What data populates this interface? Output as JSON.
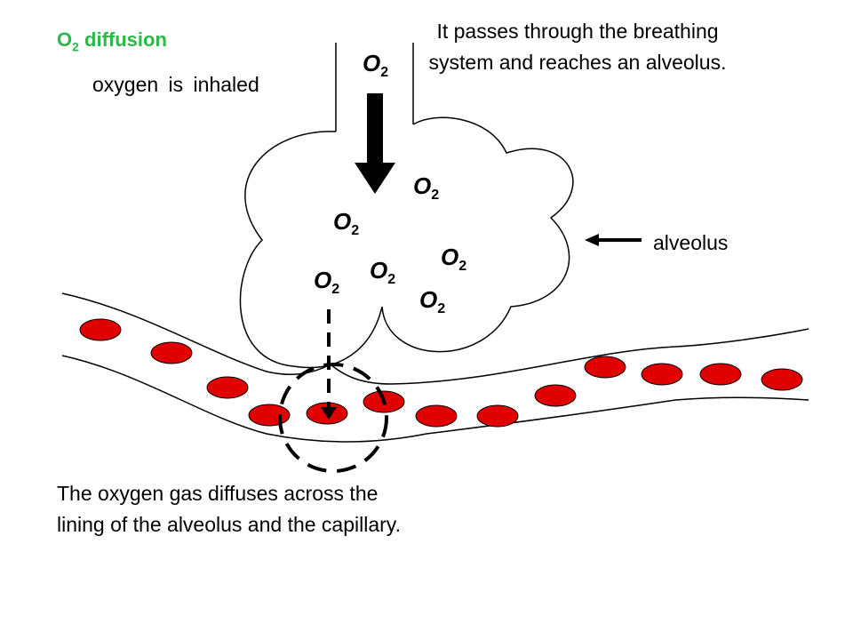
{
  "title": {
    "prefix": "O",
    "sub": "2",
    "rest": " diffusion"
  },
  "labels": {
    "inhaled": "oxygen is inhaled",
    "passes": "It passes through the breathing system and reaches an alveolus.",
    "alveolus": "alveolus",
    "diffuses": "The oxygen gas diffuses across the lining of the alveolus and the capillary."
  },
  "o2": {
    "main": "O",
    "sub": "2"
  },
  "colors": {
    "title": "#2db84a",
    "cell": "#e00000",
    "line": "#000000"
  }
}
